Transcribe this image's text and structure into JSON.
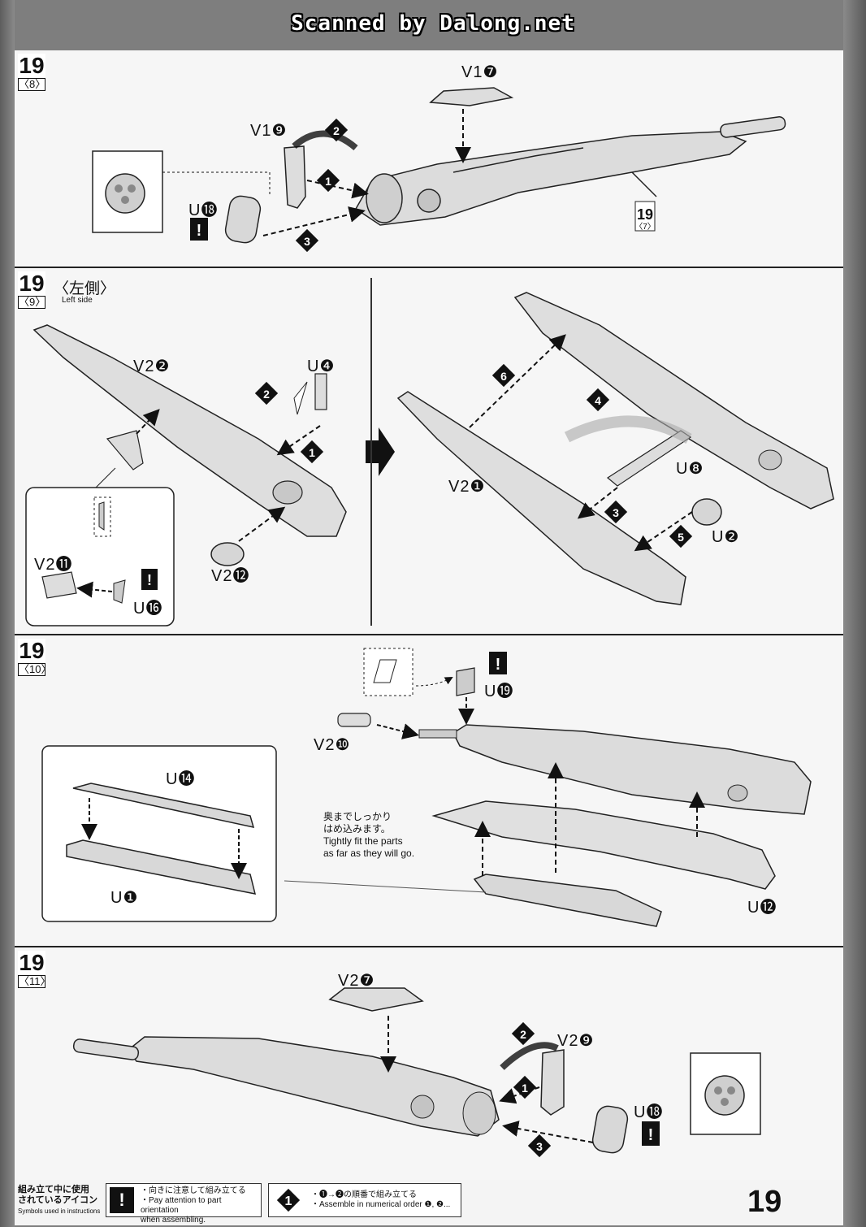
{
  "watermark": "Scanned by Dalong.net",
  "steps": [
    {
      "number": "19",
      "sub": "〈8〉"
    },
    {
      "number": "19",
      "sub": "〈9〉",
      "side": "〈左側〉",
      "side_en": "Left side"
    },
    {
      "number": "19",
      "sub": "〈10〉"
    },
    {
      "number": "19",
      "sub": "〈11〉"
    }
  ],
  "step1": {
    "labels": {
      "v1_7": "V1❼",
      "v1_9": "V1❾",
      "u18": "U⓲",
      "ref_number": "19",
      "ref_sub": "〈7〉"
    },
    "markers": {
      "m1": "1",
      "m2": "2",
      "m3": "3"
    }
  },
  "step2": {
    "labels": {
      "v2_2": "V2❷",
      "u4": "U❹",
      "v2_12": "V2⓬",
      "v2_11": "V2⓫",
      "u16": "U⓰",
      "v2_1": "V2❶",
      "u8": "U❽",
      "u2": "U❷"
    },
    "markers": {
      "m1": "1",
      "m2": "2",
      "m3": "3",
      "m4": "4",
      "m5": "5",
      "m6": "6"
    }
  },
  "step3": {
    "labels": {
      "u19": "U⓳",
      "v2_10": "V2❿",
      "u14": "U⓮",
      "u1": "U❶",
      "u12": "U⓬"
    },
    "note_ja_1": "奥までしっかり",
    "note_ja_2": "はめ込みます。",
    "note_en_1": "Tightly fit the parts",
    "note_en_2": "as far as they will go."
  },
  "step4": {
    "labels": {
      "v2_7": "V2❼",
      "v2_9": "V2❾",
      "u18": "U⓲"
    },
    "markers": {
      "m1": "1",
      "m2": "2",
      "m3": "3"
    }
  },
  "footer": {
    "title_1": "組み立て中に使用",
    "title_2": "されているアイコン",
    "title_en": "Symbols used in instructions",
    "icon1_symbol": "!",
    "icon1_ja": "・向きに注意して組み立てる",
    "icon1_en_1": "・Pay attention to part orientation",
    "icon1_en_2": "when assembling.",
    "icon2_symbol": "1",
    "icon2_ja": "・❶→❷の順番で組み立てる",
    "icon2_en": "・Assemble in numerical order ❶, ❷..."
  },
  "page_number": "19"
}
